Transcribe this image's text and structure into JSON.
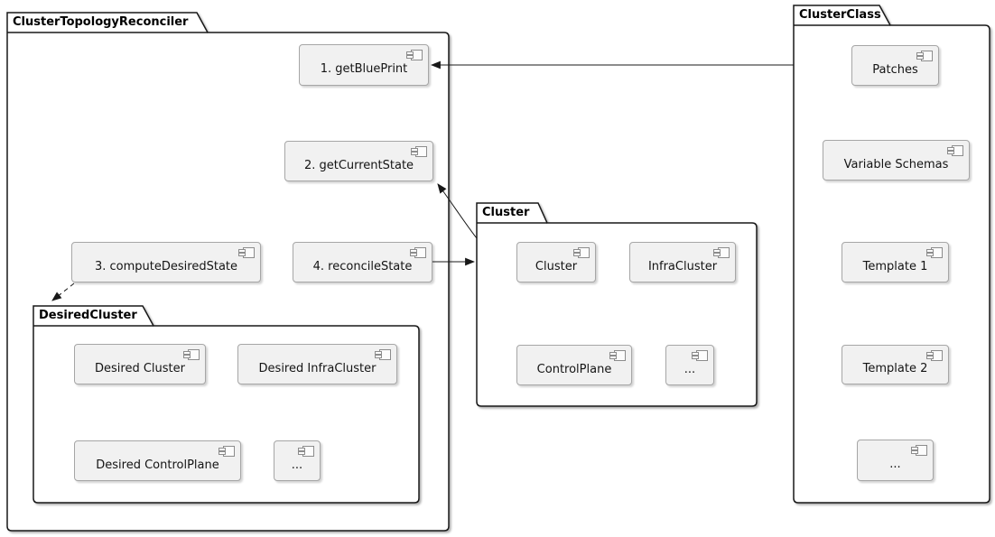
{
  "diagram_type": "uml-component-diagram",
  "packages": [
    {
      "title": "ClusterTopologyReconciler",
      "components": [
        {
          "label": "1. getBluePrint"
        },
        {
          "label": "2. getCurrentState"
        },
        {
          "label": "3. computeDesiredState"
        },
        {
          "label": "4. reconcileState"
        }
      ]
    },
    {
      "title": "DesiredCluster",
      "components": [
        {
          "label": "Desired Cluster"
        },
        {
          "label": "Desired InfraCluster"
        },
        {
          "label": "Desired ControlPlane"
        },
        {
          "label": "..."
        }
      ]
    },
    {
      "title": "Cluster",
      "components": [
        {
          "label": "Cluster"
        },
        {
          "label": "InfraCluster"
        },
        {
          "label": "ControlPlane"
        },
        {
          "label": "..."
        }
      ]
    },
    {
      "title": "ClusterClass",
      "components": [
        {
          "label": "Patches"
        },
        {
          "label": "Variable Schemas"
        },
        {
          "label": "Template 1"
        },
        {
          "label": "Template 2"
        },
        {
          "label": "..."
        }
      ]
    }
  ],
  "arrows": [
    {
      "from": "ClusterClass",
      "to": "1. getBluePrint",
      "style": "solid"
    },
    {
      "from": "Cluster",
      "to": "2. getCurrentState",
      "style": "solid"
    },
    {
      "from": "4. reconcileState",
      "to": "Cluster",
      "style": "solid"
    },
    {
      "from": "3. computeDesiredState",
      "to": "DesiredCluster",
      "style": "dashed"
    }
  ],
  "colors": {
    "background": "#ffffff",
    "package_border": "#181818",
    "component_fill": "#f1f1f1",
    "component_border": "#a6a6a6",
    "text": "#141414",
    "arrow": "#181818"
  },
  "icons": {
    "component_icon": "uml-component"
  }
}
